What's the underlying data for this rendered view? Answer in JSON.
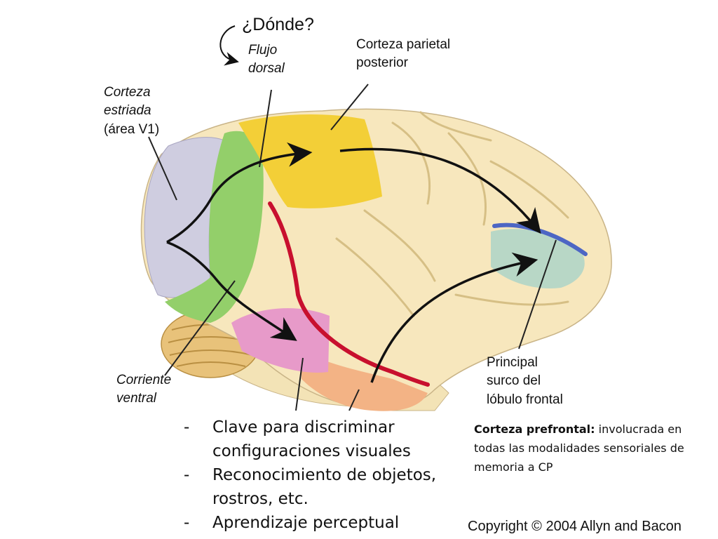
{
  "labels": {
    "donde": "¿Dónde?",
    "flujo_dorsal_1": "Flujo",
    "flujo_dorsal_2": "dorsal",
    "parietal_1": "Corteza parietal",
    "parietal_2": "posterior",
    "estriada_1": "Corteza",
    "estriada_2": "estriada",
    "estriada_3": "(área V1)",
    "ventral_1": "Corriente",
    "ventral_2": "ventral",
    "surco_1": "Principal",
    "surco_2": "surco del",
    "surco_3": "lóbulo frontal"
  },
  "bullets": [
    {
      "dash": "-",
      "line1": "Clave para discriminar",
      "line2": "configuraciones visuales"
    },
    {
      "dash": "-",
      "line1": "Reconocimiento de objetos,",
      "line2": "rostros, etc."
    },
    {
      "dash": "-",
      "line1": "Aprendizaje perceptual",
      "line2": ""
    }
  ],
  "prefrontal": {
    "bold": "Corteza prefrontal:",
    "text": " involucrada en todas las modalidades sensoriales de memoria a CP"
  },
  "copyright": "Copyright © 2004 Allyn and Bacon",
  "colors": {
    "brain_base": "#f7e7bd",
    "striate_v1": "#cfcde0",
    "green_region": "#93cf6a",
    "parietal_yellow": "#f3cf37",
    "pink_region": "#e79ac9",
    "orange_region": "#f3b385",
    "red_line": "#c8102e",
    "sulcus_blue": "#4d66c4",
    "prefrontal_teal": "#b8d7c6",
    "cerebellum": "#e8c27a"
  }
}
